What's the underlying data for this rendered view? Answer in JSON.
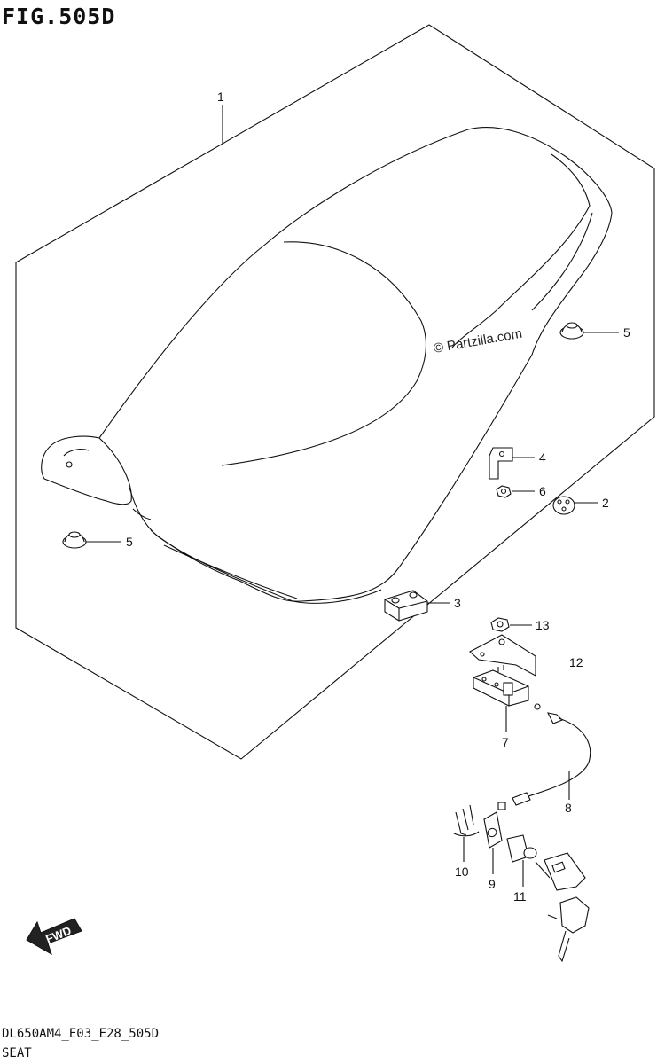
{
  "figure": {
    "title": "FIG.505D",
    "code": "DL650AM4_E03_E28_505D",
    "name": "SEAT",
    "watermark": "© Partzilla.com",
    "fwd_label": "FWD"
  },
  "callouts": {
    "c1": "1",
    "c2": "2",
    "c3": "3",
    "c4": "4",
    "c5a": "5",
    "c5b": "5",
    "c6": "6",
    "c7": "7",
    "c8": "8",
    "c9": "9",
    "c10": "10",
    "c11": "11",
    "c12": "12",
    "c13": "13"
  }
}
